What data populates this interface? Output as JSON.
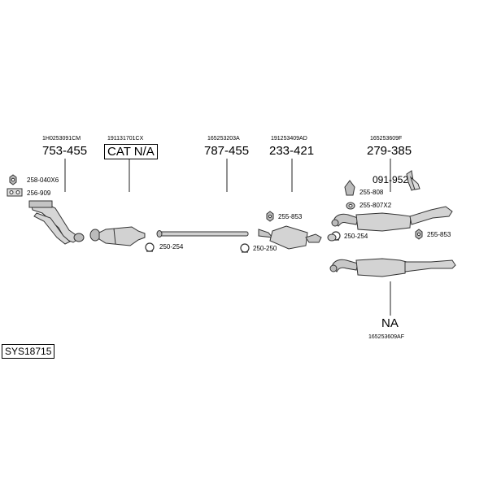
{
  "system_code": "SYS18715",
  "parts": [
    {
      "oem": "1H0253091CM",
      "number": "753-455"
    },
    {
      "oem": "191131701CX",
      "number": "CAT N/A"
    },
    {
      "oem": "165253203A",
      "number": "787-455"
    },
    {
      "oem": "191253409AD",
      "number": "233-421"
    },
    {
      "oem": "165253609F",
      "number": "279-385"
    },
    {
      "oem": "165253609AF",
      "number": "NA"
    }
  ],
  "accessories": [
    "258-040X6",
    "256-909",
    "250-254",
    "255-853",
    "250-250",
    "091-952",
    "255-808",
    "255-807X2",
    "250-254",
    "255-853"
  ]
}
